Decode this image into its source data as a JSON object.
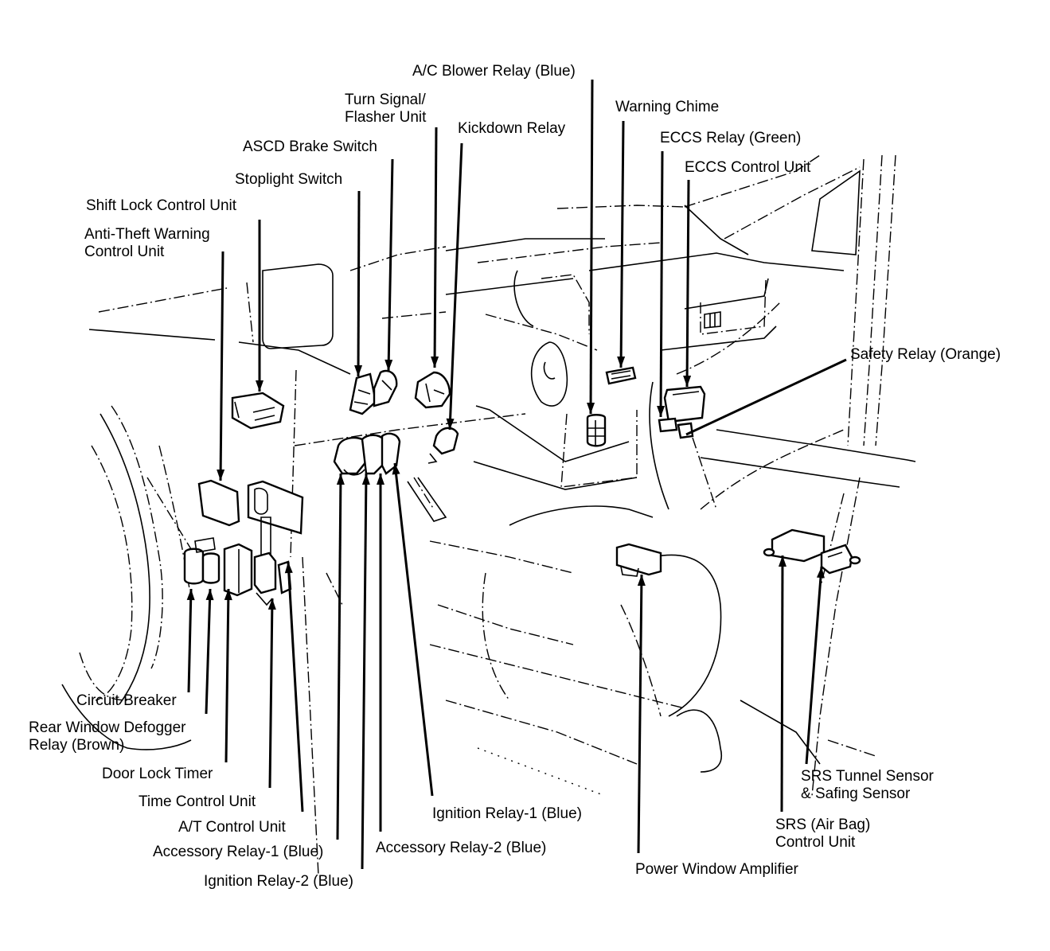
{
  "diagram": {
    "type": "component-locator",
    "subject": "Instrument panel / passenger compartment relay and control unit locations",
    "colors": {
      "ink": "#000000",
      "background": "#ffffff"
    },
    "labels": [
      {
        "id": "ac-blower-relay",
        "lines": [
          "A/C Blower Relay (Blue)"
        ]
      },
      {
        "id": "turn-signal-flasher-unit",
        "lines": [
          "Turn Signal/",
          "Flasher Unit"
        ]
      },
      {
        "id": "kickdown-relay",
        "lines": [
          "Kickdown Relay"
        ]
      },
      {
        "id": "asc-brake-switch",
        "lines": [
          "ASCD Brake Switch"
        ]
      },
      {
        "id": "stoplight-switch",
        "lines": [
          "Stoplight Switch"
        ]
      },
      {
        "id": "shift-lock-control-unit",
        "lines": [
          "Shift Lock Control Unit"
        ]
      },
      {
        "id": "anti-theft-warning-control-unit",
        "lines": [
          "Anti-Theft Warning",
          "Control Unit"
        ]
      },
      {
        "id": "warning-chime",
        "lines": [
          "Warning Chime"
        ]
      },
      {
        "id": "eccs-relay",
        "lines": [
          "ECCS Relay (Green)"
        ]
      },
      {
        "id": "eccs-control-unit",
        "lines": [
          "ECCS Control Unit"
        ]
      },
      {
        "id": "safety-relay",
        "lines": [
          "Safety Relay (Orange)"
        ]
      },
      {
        "id": "circuit-breaker",
        "lines": [
          "Circuit Breaker"
        ]
      },
      {
        "id": "rear-window-defogger-relay",
        "lines": [
          "Rear Window Defogger",
          "Relay (Brown)"
        ]
      },
      {
        "id": "door-lock-timer",
        "lines": [
          "Door Lock Timer"
        ]
      },
      {
        "id": "time-control-unit",
        "lines": [
          "Time Control Unit"
        ]
      },
      {
        "id": "at-control-unit",
        "lines": [
          "A/T Control Unit"
        ]
      },
      {
        "id": "accessory-relay-1",
        "lines": [
          "Accessory Relay-1 (Blue)"
        ]
      },
      {
        "id": "ignition-relay-2",
        "lines": [
          "Ignition Relay-2 (Blue)"
        ]
      },
      {
        "id": "accessory-relay-2",
        "lines": [
          "Accessory Relay-2 (Blue)"
        ]
      },
      {
        "id": "ignition-relay-1",
        "lines": [
          "Ignition Relay-1 (Blue)"
        ]
      },
      {
        "id": "power-window-amplifier",
        "lines": [
          "Power Window Amplifier"
        ]
      },
      {
        "id": "srs-control-unit",
        "lines": [
          "SRS (Air Bag)",
          "Control Unit"
        ]
      },
      {
        "id": "srs-tunnel-sensor",
        "lines": [
          "SRS Tunnel Sensor",
          "& Safing Sensor"
        ]
      }
    ]
  }
}
